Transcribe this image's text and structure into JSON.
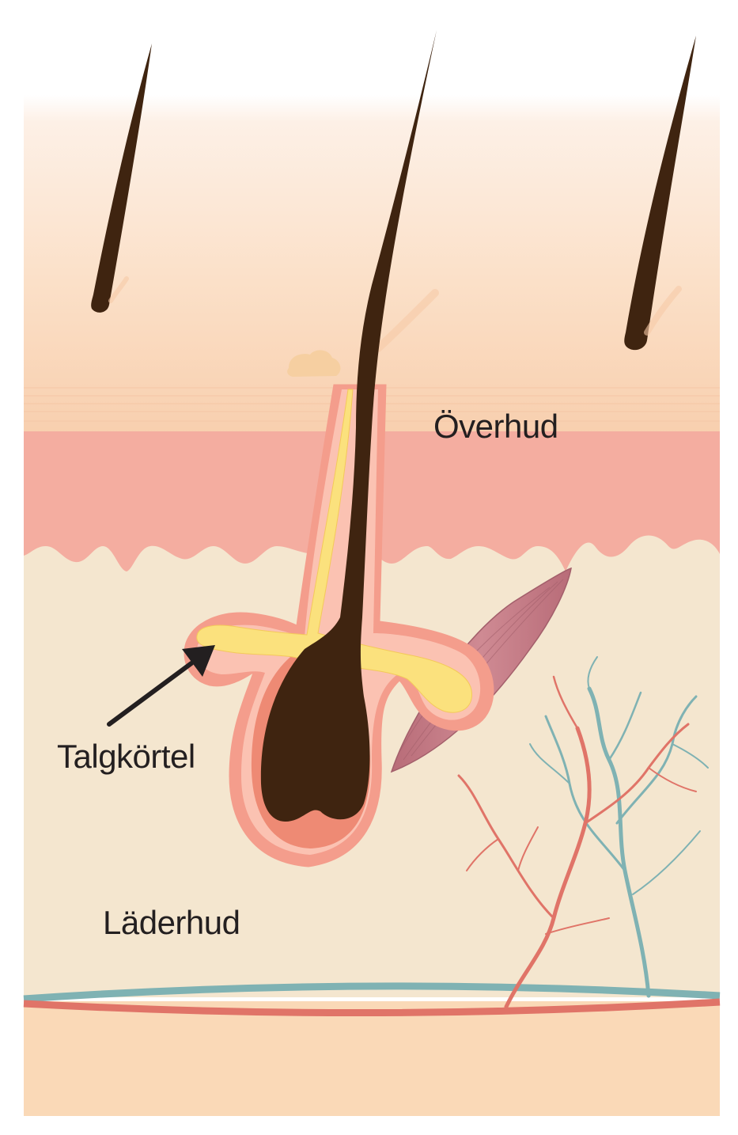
{
  "labels": {
    "epidermis": "Överhud",
    "sebaceous_gland": "Talgkörtel",
    "dermis": "Läderhud"
  },
  "colors": {
    "background": "#ffffff",
    "surface_top": "#fdf0e6",
    "surface_warm": "#f9d9bc",
    "epidermis": "#f4ada0",
    "dermis": "#f4e6cf",
    "subcutis": "#fad9b7",
    "hair": "#3f2410",
    "follicle_outer": "#f49d8c",
    "follicle_inner": "#ee8a74",
    "sebum": "#fbe17d",
    "muscle": "#c97b86",
    "artery": "#e07468",
    "vein": "#7fb2b3",
    "text": "#231f20"
  },
  "icons": {
    "hair": "hair-strand-icon",
    "follicle": "hair-follicle-icon",
    "muscle": "arrector-pili-muscle-icon",
    "vessels": "blood-vessel-icon",
    "arrow": "pointer-arrow-icon"
  }
}
